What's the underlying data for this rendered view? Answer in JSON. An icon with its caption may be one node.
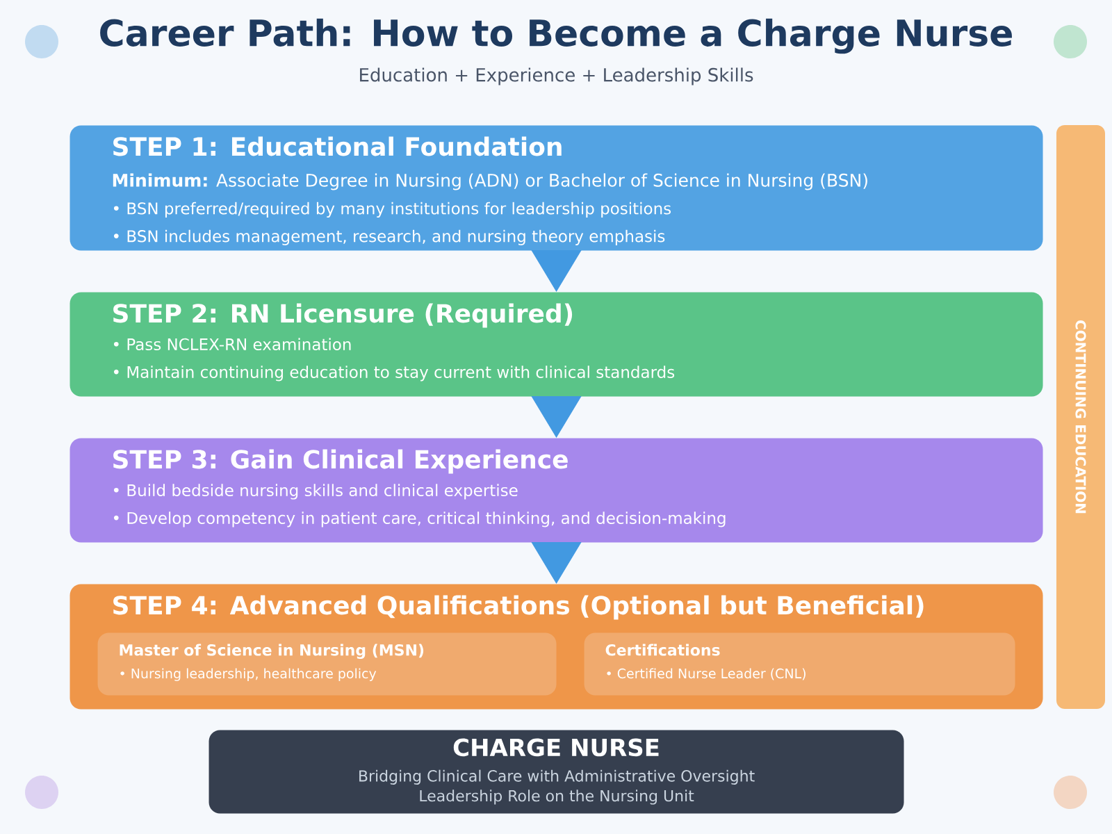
{
  "diagram": {
    "title": "Career Path: How to Become a Charge Nurse",
    "nodes": [
      {
        "text": [
          "STEP 1: Educational Foundation",
          "**Minimum:** Associate Degree in Nursing (ADN) or Bachelor of Science in Nursing (BSN)",
          "• BSN preferred/required by many institutions for leadership positions",
          "• BSN includes management, research, and nursing theory emphasis"
        ]
      },
      {
        "text": [
          "STEP 2: RN Licensure (Required)",
          "• Pass NCLEX-RN examination",
          "• Maintain continuing education to stay current with clinical standards"
        ]
      },
      {
        "text": [
          "STEP 3: Gain Clinical Experience",
          "• Build bedside nursing skills and clinical expertise",
          "• Develop competency in patient care, critical thinking, and decision-making"
        ]
      },
      {
        "text": [
          "STEP 4: Advanced Qualifications (Optional but Beneficial)"
        ]
      },
      {
        "text": [
          "Master of Science in Nursing (MSN)",
          "• Nursing leadership, healthcare policy"
        ],
        "in": 3
      },
      {
        "text": [
          "Certifications",
          "• Certified Nurse Leader (CNL)"
        ],
        "in": 3
      },
      {
        "text": [
          "CHARGE NURSE",
          "Bridging Clinical Care with Administrative Oversight",
          "Leadership Role on the Nursing Unit"
        ]
      },
      {
        "text": [
          "CONTINUING EDUCATION"
        ]
      }
    ],
    "edges": [
      {
        "from": 0,
        "to": 1,
        "arrow": "to"
      },
      {
        "from": 1,
        "to": 2,
        "arrow": "to"
      },
      {
        "from": 2,
        "to": 3,
        "arrow": "to"
      }
    ],
    "labels": [
      "Education + Experience + Leadership Skills"
    ]
  }
}
